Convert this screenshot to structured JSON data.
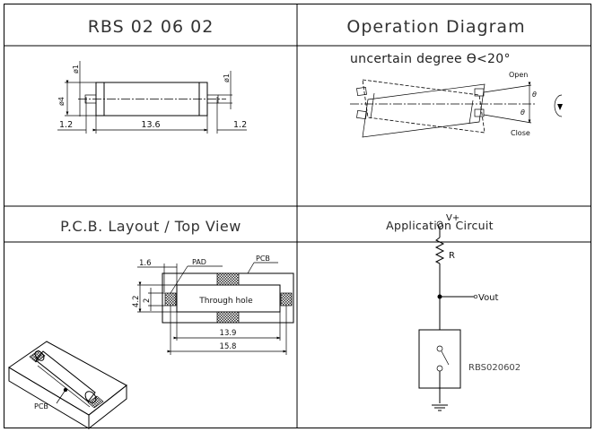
{
  "sheet": {
    "part_number_title": "RBS 02 06 02",
    "operation_title": "Operation Diagram",
    "pcb_title": "P.C.B. Layout / Top View",
    "circuit_title": "Application Circuit"
  },
  "dimensions_view": {
    "lead_diameter_left": "ø1",
    "lead_diameter_right": "ø1",
    "body_diameter": "ø4",
    "lead_length_left": "1.2",
    "body_length": "13.6",
    "lead_length_right": "1.2"
  },
  "operation_diagram": {
    "note": "uncertain degree ϴ<20°",
    "open_label": "Open",
    "close_label": "Close",
    "theta_symbol": "θ",
    "rotation_icon": "rotate-clockwise-icon"
  },
  "pcb_layout": {
    "iso_pcb_label": "PCB",
    "pad_label": "PAD",
    "pcb_label": "PCB",
    "through_hole_label": "Through hole",
    "pad_width": "1.6",
    "outer_height": "4.2",
    "pad_height": "2",
    "hole_length": "13.9",
    "pad_span": "15.8"
  },
  "application_circuit": {
    "supply_label": "V+",
    "resistor_label": "R",
    "output_label": "Vout",
    "switch_label": "RBS020602"
  }
}
